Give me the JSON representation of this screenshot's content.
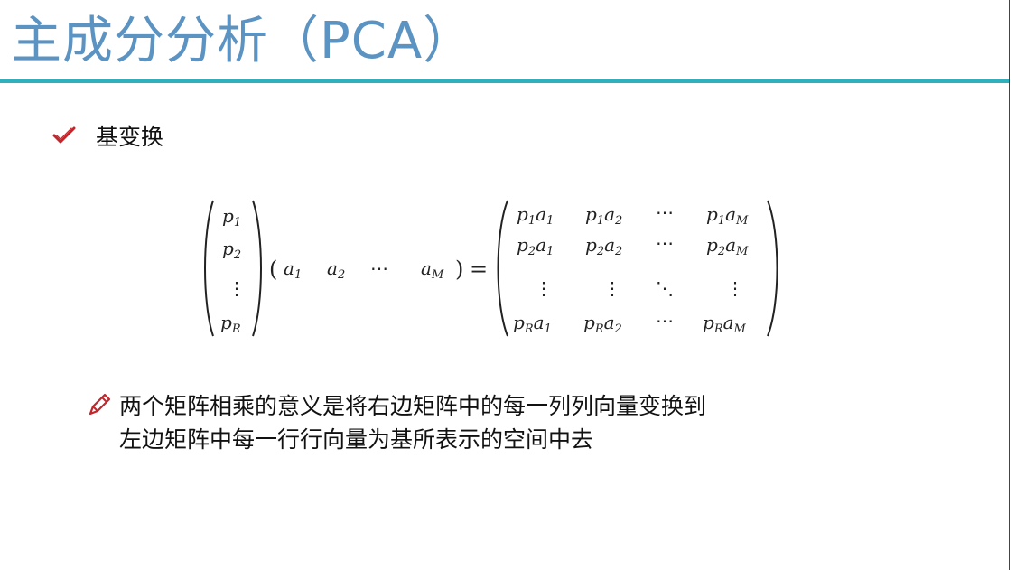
{
  "slide": {
    "title": "主成分分析（PCA）",
    "bullets": [
      {
        "icon": "check-icon",
        "text": "基变换"
      },
      {
        "icon": "pencil-icon",
        "lines": [
          "两个矩阵相乘的意义是将右边矩阵中的每一列列向量变换到",
          "左边矩阵中每一行行向量为基所表示的空间中去"
        ]
      }
    ]
  },
  "formula": {
    "left_vector": [
      "p",
      "p",
      "p"
    ],
    "left_subs": [
      "1",
      "2",
      "R"
    ],
    "row_vector": [
      "a",
      "a",
      "a"
    ],
    "row_subs": [
      "1",
      "2",
      "M"
    ],
    "equals": "=",
    "dots": "⋯",
    "result_rows": [
      [
        "p",
        "p",
        "p"
      ],
      [
        "p",
        "p",
        "p"
      ],
      [
        "p",
        "p",
        "p"
      ]
    ]
  },
  "colors": {
    "title": "#5b93c2",
    "rule": "#2fb0bd",
    "icon": "#c0272d"
  }
}
